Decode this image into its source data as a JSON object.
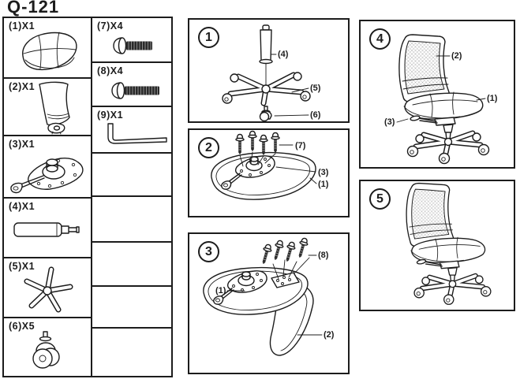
{
  "title": "Q-121",
  "ink_color": "#1c1c1c",
  "parts": [
    {
      "label": "(1)X1",
      "name": "seat-cushion"
    },
    {
      "label": "(2)X1",
      "name": "backrest"
    },
    {
      "label": "(3)X1",
      "name": "tilt-mechanism-plate"
    },
    {
      "label": "(4)X1",
      "name": "gas-lift-cylinder"
    },
    {
      "label": "(5)X1",
      "name": "five-star-base"
    },
    {
      "label": "(6)X5",
      "name": "caster-wheel"
    },
    {
      "label": "(7)X4",
      "name": "bolt-short"
    },
    {
      "label": "(8)X4",
      "name": "bolt-long"
    },
    {
      "label": "(9)X1",
      "name": "allen-key"
    }
  ],
  "steps": [
    {
      "number": "1",
      "callouts": {
        "gas_lift": "(4)",
        "base": "(5)",
        "caster": "(6)"
      }
    },
    {
      "number": "2",
      "callouts": {
        "bolt": "(7)",
        "mechanism": "(3)",
        "seat": "(1)"
      }
    },
    {
      "number": "3",
      "callouts": {
        "bolt": "(8)",
        "seat": "(1)",
        "backrest": "(2)"
      }
    },
    {
      "number": "4",
      "callouts": {
        "backrest": "(2)",
        "seat": "(1)",
        "lever": "(3)"
      }
    },
    {
      "number": "5",
      "callouts": {}
    }
  ]
}
